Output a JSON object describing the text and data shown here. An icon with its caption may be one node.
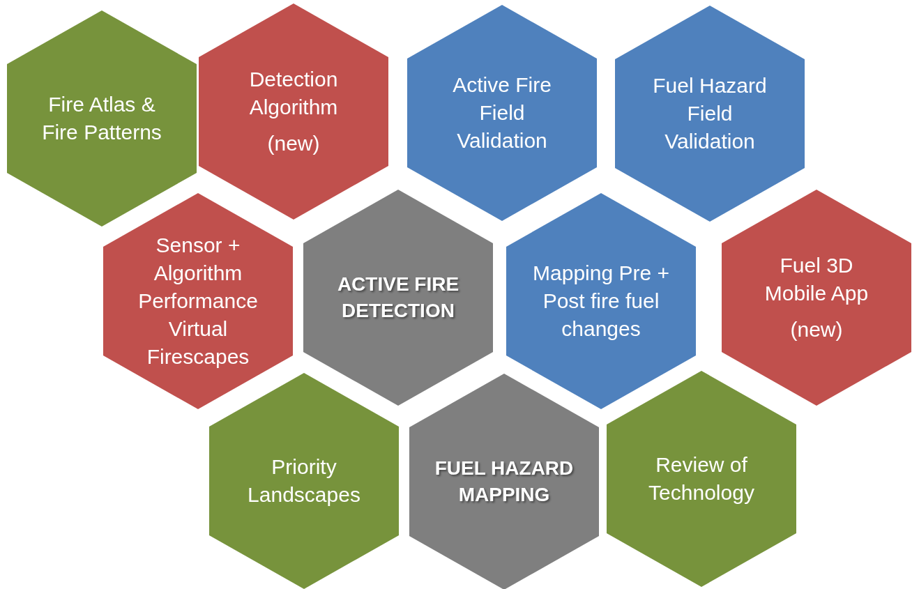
{
  "diagram": {
    "nodes": [
      {
        "text": [
          "Fire Atlas & Fire Patterns"
        ]
      },
      {
        "text": [
          "Detection Algorithm",
          "(new)"
        ]
      },
      {
        "text": [
          "Active Fire Field Validation"
        ]
      },
      {
        "text": [
          "Fuel Hazard Field Validation"
        ]
      },
      {
        "text": [
          "Sensor + Algorithm Performance Virtual Firescapes"
        ]
      },
      {
        "text": [
          "ACTIVE FIRE DETECTION"
        ]
      },
      {
        "text": [
          "Mapping Pre + Post fire fuel changes"
        ]
      },
      {
        "text": [
          "Fuel 3D Mobile App",
          "(new)"
        ]
      },
      {
        "text": [
          "Priority Landscapes"
        ]
      },
      {
        "text": [
          "FUEL HAZARD MAPPING"
        ]
      },
      {
        "text": [
          "Review of Technology"
        ]
      }
    ]
  }
}
